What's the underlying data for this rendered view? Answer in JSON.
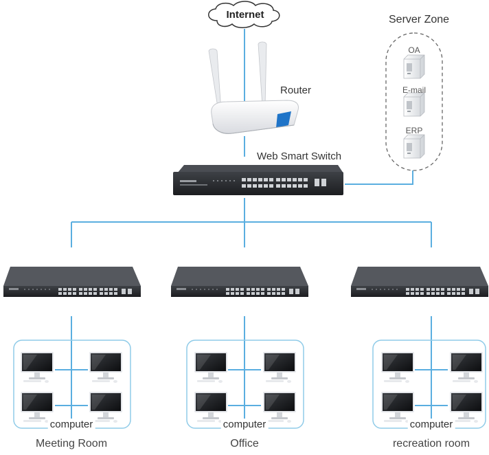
{
  "internet": {
    "label": "Internet"
  },
  "router": {
    "label": "Router"
  },
  "core_switch": {
    "label": "Web Smart Switch"
  },
  "server_zone": {
    "title": "Server Zone",
    "servers": [
      {
        "label": "OA"
      },
      {
        "label": "E-mail"
      },
      {
        "label": "ERP"
      }
    ]
  },
  "rooms": [
    {
      "label": "Meeting Room",
      "computers_label": "computer"
    },
    {
      "label": "Office",
      "computers_label": "computer"
    },
    {
      "label": "recreation room",
      "computers_label": "computer"
    }
  ],
  "colors": {
    "link": "#5aaee0",
    "switch_body": "#2b2d30",
    "room_border": "#8fcbe8",
    "zone_border": "#666666"
  }
}
